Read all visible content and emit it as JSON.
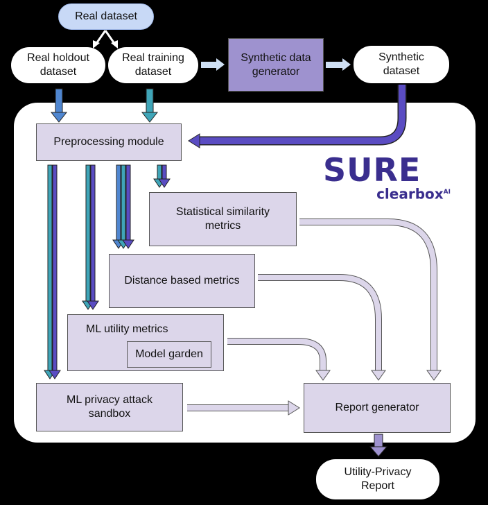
{
  "nodes": {
    "real_dataset": "Real dataset",
    "real_holdout": "Real holdout\ndataset",
    "real_training": "Real training\ndataset",
    "synthetic_generator": "Synthetic data\ngenerator",
    "synthetic_dataset": "Synthetic\ndataset",
    "preprocessing": "Preprocessing module",
    "statistical": "Statistical similarity\nmetrics",
    "distance": "Distance based metrics",
    "ml_utility": "ML utility metrics",
    "model_garden": "Model garden",
    "privacy": "ML privacy attack\nsandbox",
    "report_generator": "Report generator",
    "utility_privacy_report": "Utility-Privacy\nReport"
  },
  "logo": {
    "main": "SURE",
    "sub": "clearbox",
    "sup": "AI"
  },
  "colors": {
    "node_fill": "#dcd6ea",
    "generator_fill": "#9e92cf",
    "real_dataset_fill": "#c8d9f6",
    "arrow_holdout": "#4f86d0",
    "arrow_training": "#3fa5b8",
    "arrow_synthetic": "#5a4cc2",
    "arrow_report": "#dcd6ea",
    "logo": "#3a2e8e"
  }
}
